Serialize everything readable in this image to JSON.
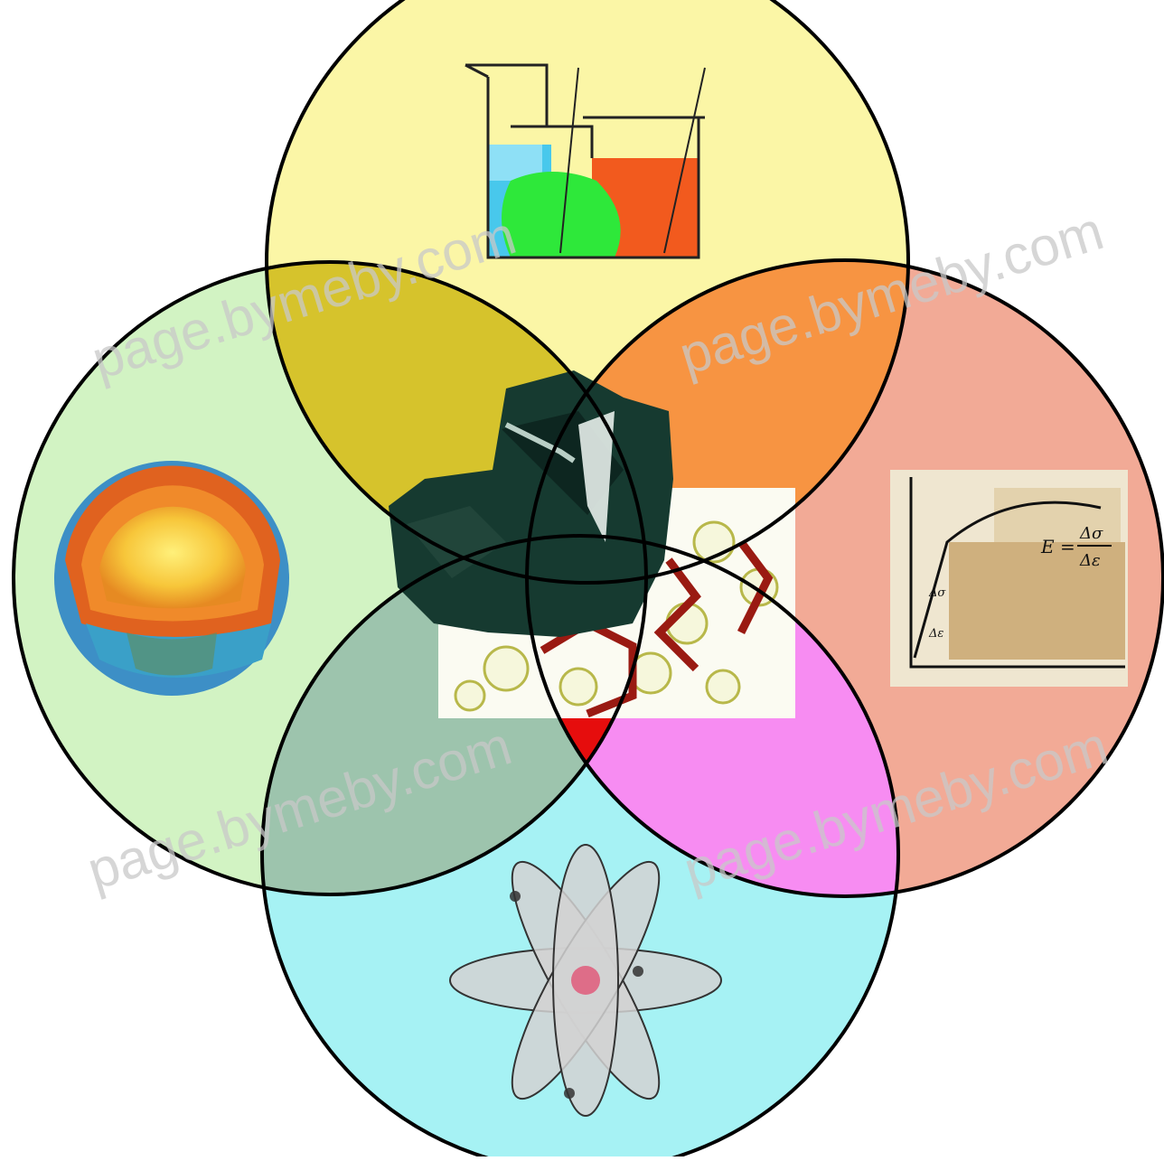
{
  "diagram": {
    "type": "venn-4-circles",
    "fields": [
      {
        "id": "chemistry",
        "icon": "beakers-icon",
        "color": "#fbf6a6"
      },
      {
        "id": "geology",
        "icon": "earth-layers-icon",
        "color": "#d2f3c3"
      },
      {
        "id": "mechanics",
        "icon": "stress-strain-graph-icon",
        "color": "#f2aa96"
      },
      {
        "id": "physics",
        "icon": "atom-icon",
        "color": "#a6f2f4"
      }
    ],
    "overlaps": [
      {
        "between": [
          "chemistry",
          "geology"
        ],
        "color": "#d6c32c"
      },
      {
        "between": [
          "chemistry",
          "mechanics"
        ],
        "color": "#f79442"
      },
      {
        "between": [
          "geology",
          "physics"
        ],
        "color": "#9dc4ad"
      },
      {
        "between": [
          "mechanics",
          "physics"
        ],
        "color": "#f78cf2"
      },
      {
        "between": [
          "all"
        ],
        "color": "#e60d0d"
      }
    ],
    "center_image": "mineral-crystal-structure-icon"
  },
  "graph": {
    "formula_lhs": "E =",
    "formula_num": "Δσ",
    "formula_den": "Δε",
    "small_label": "Δσ",
    "small_label2": "Δε"
  },
  "watermark": {
    "text": "page.bymeby.com"
  }
}
